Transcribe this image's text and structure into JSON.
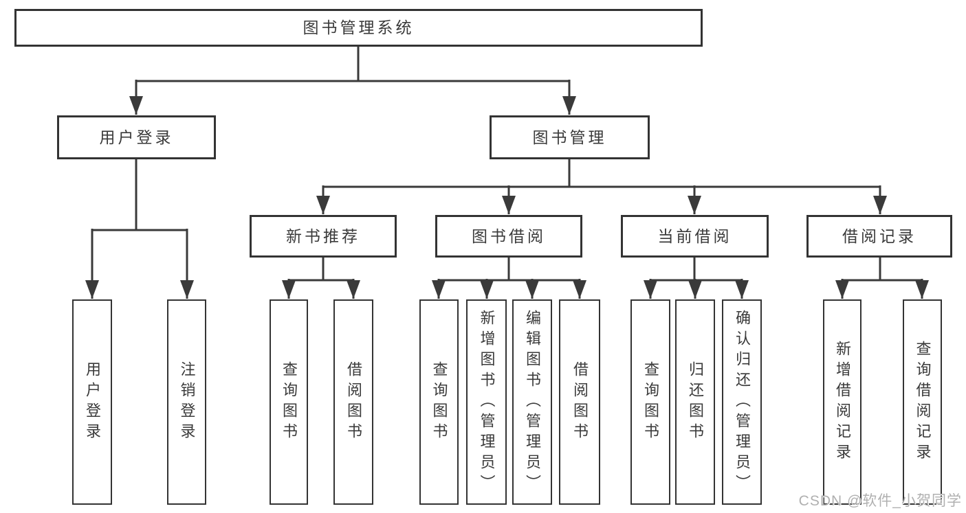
{
  "diagram": {
    "type": "hierarchy",
    "title": "图书管理系统"
  },
  "tree": {
    "label": "图书管理系统",
    "children": [
      {
        "label": "用户登录",
        "children": [
          {
            "label": "用户登录"
          },
          {
            "label": "注销登录"
          }
        ]
      },
      {
        "label": "图书管理",
        "children": [
          {
            "label": "新书推荐",
            "children": [
              {
                "label": "查询图书"
              },
              {
                "label": "借阅图书"
              }
            ]
          },
          {
            "label": "图书借阅",
            "children": [
              {
                "label": "查询图书"
              },
              {
                "label": "新增图书（管理员）"
              },
              {
                "label": "编辑图书（管理员）"
              },
              {
                "label": "借阅图书"
              }
            ]
          },
          {
            "label": "当前借阅",
            "children": [
              {
                "label": "查询图书"
              },
              {
                "label": "归还图书"
              },
              {
                "label": "确认归还（管理员）"
              }
            ]
          },
          {
            "label": "借阅记录",
            "children": [
              {
                "label": "新增借阅记录"
              },
              {
                "label": "查询借阅记录"
              }
            ]
          }
        ]
      }
    ]
  },
  "watermark": {
    "text": "CSDN @软件_小贺同学"
  },
  "colors": {
    "line": "#3a3a3a",
    "box_border": "#333333",
    "box_fill": "#ffffff",
    "text": "#3a3a3a",
    "watermark": "#b0b0b0",
    "background": "#ffffff"
  }
}
